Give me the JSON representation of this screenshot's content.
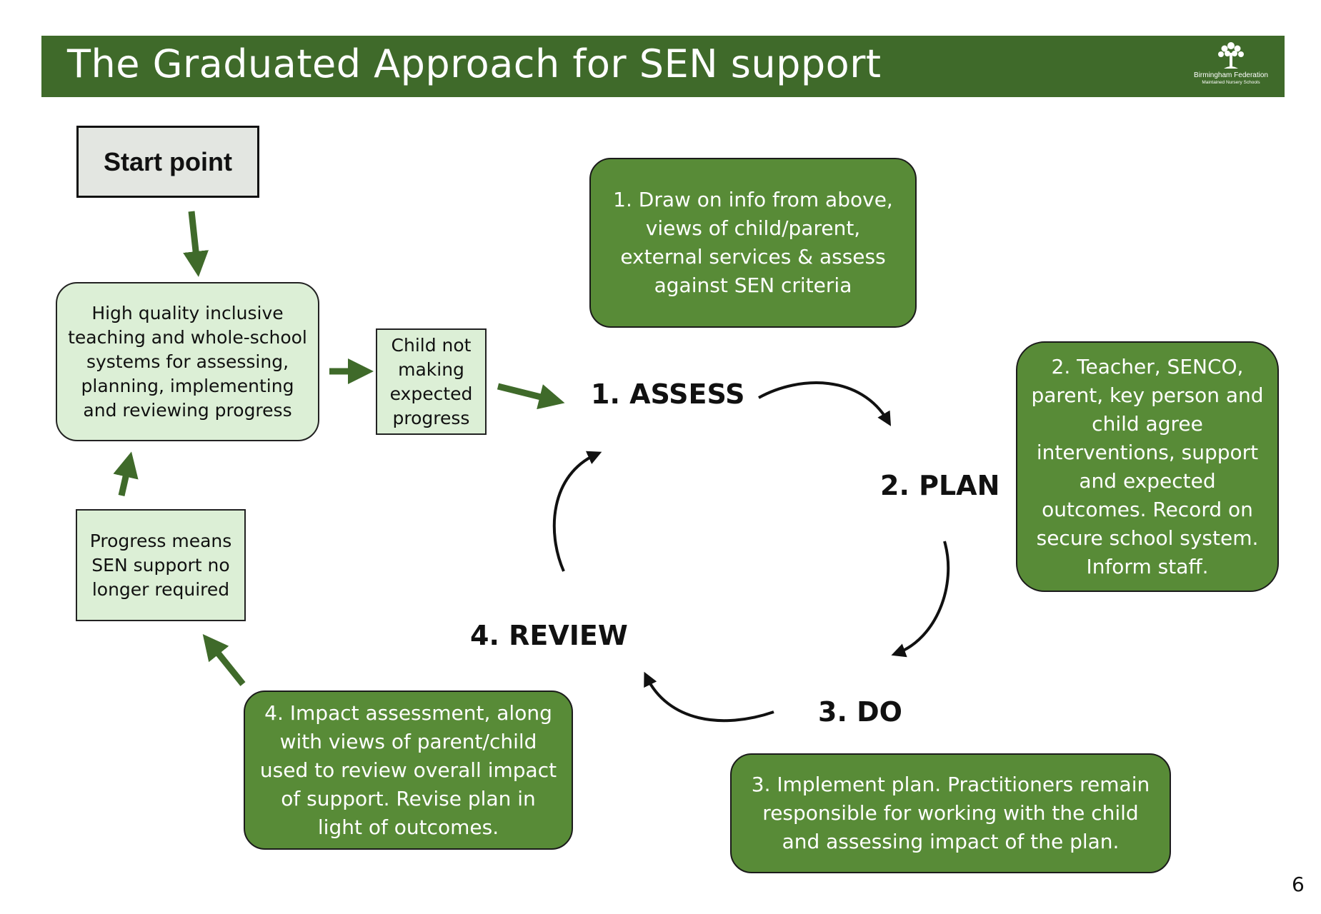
{
  "header": {
    "title": "The Graduated Approach for SEN support",
    "logo": {
      "icon": "tree-icon",
      "line1": "Birmingham Federation",
      "line2": "Maintained Nursery Schools"
    },
    "background": "#3f6a2a"
  },
  "colors": {
    "dark_box": "#588b37",
    "light_box": "#dcefd6",
    "arrow_green": "#3f6a2a",
    "cycle_arrow": "#111111"
  },
  "start_point": "Start point",
  "left_boxes": {
    "high_quality": "High quality inclusive teaching and whole-school systems for assessing, planning, implementing and reviewing progress",
    "child_not_making": "Child not making expected progress",
    "progress_means": "Progress means SEN support no longer required"
  },
  "cycle": {
    "steps": [
      "1. ASSESS",
      "2. PLAN",
      "3. DO",
      "4. REVIEW"
    ],
    "descriptions": [
      "1. Draw on info from above, views of child/parent, external services & assess against SEN criteria",
      "2. Teacher, SENCO, parent, key person and child agree interventions, support and expected outcomes. Record on secure school system. Inform staff.",
      "3. Implement plan. Practitioners remain responsible for working with the child and assessing impact of the plan.",
      "4. Impact assessment, along with views of parent/child used to review overall impact of support. Revise plan in light of outcomes."
    ]
  },
  "page_number": "6"
}
